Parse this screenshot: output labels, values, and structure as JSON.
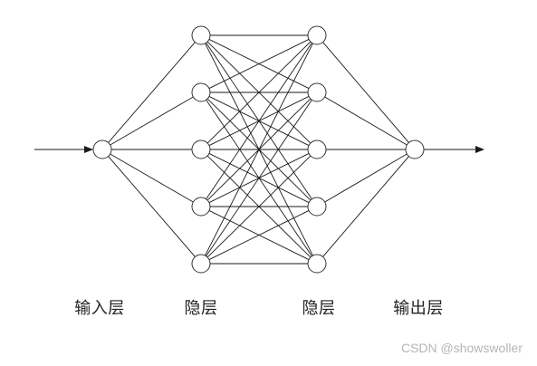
{
  "diagram": {
    "layers": [
      {
        "label": "输入层",
        "nodes": 1
      },
      {
        "label": "隐层",
        "nodes": 5
      },
      {
        "label": "隐层",
        "nodes": 5
      },
      {
        "label": "输出层",
        "nodes": 1
      }
    ],
    "connections": "fully-connected",
    "input_arrow": true,
    "output_arrow": true
  },
  "watermark": "CSDN @showswoller",
  "colors": {
    "line": "#1a1a1a",
    "node_fill": "#ffffff",
    "node_stroke": "#333333",
    "label": "#222222",
    "watermark": "#b5b5b5"
  }
}
